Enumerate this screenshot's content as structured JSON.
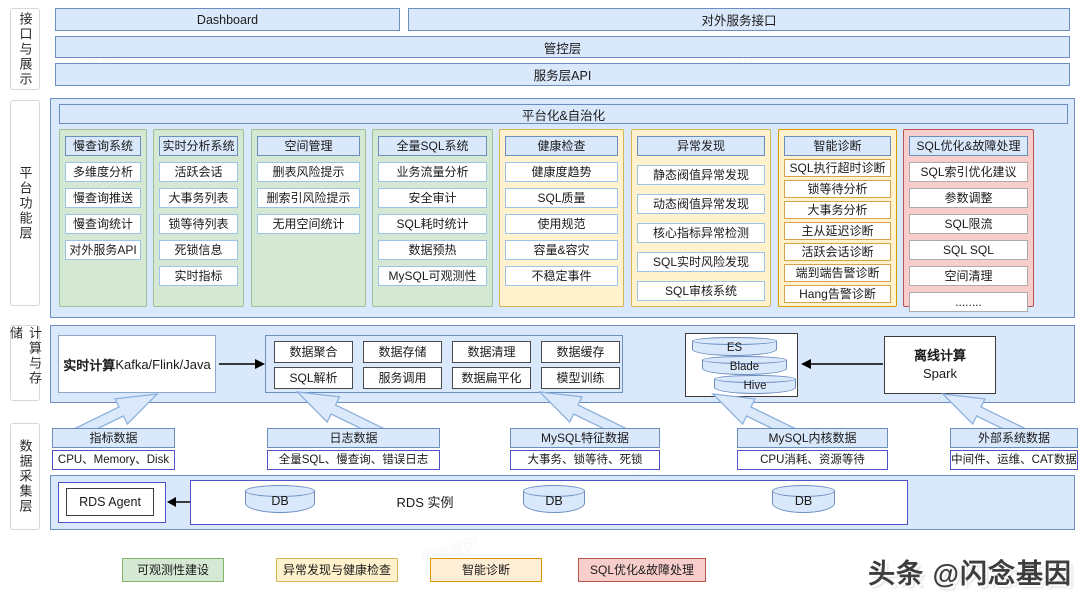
{
  "colors": {
    "blue_fill": "#dae8fc",
    "blue_border": "#6c8ebf",
    "green_fill": "#d5e8d4",
    "green_border": "#82b366",
    "yellow_fill": "#fff2cc",
    "yellow_border": "#d6b656",
    "orange_border": "#d79b00",
    "pink_fill": "#f8cecc",
    "pink_border": "#b85450",
    "purple_border": "#5050c8"
  },
  "interface_layer": {
    "label": "接口与展示",
    "dashboard": "Dashboard",
    "external_service_api": "对外服务接口",
    "control_layer": "管控层",
    "service_layer_api": "服务层API"
  },
  "platform_layer": {
    "label": "平台功能层",
    "banner": "平台化&自治化",
    "columns": [
      {
        "title": "慢查询系统",
        "theme": "green",
        "items": [
          "多维度分析",
          "慢查询推送",
          "慢查询统计",
          "对外服务API"
        ]
      },
      {
        "title": "实时分析系统",
        "theme": "green",
        "items": [
          "活跃会话",
          "大事务列表",
          "锁等待列表",
          "死锁信息",
          "实时指标"
        ]
      },
      {
        "title": "空间管理",
        "theme": "green",
        "items": [
          "删表风险提示",
          "删索引风险提示",
          "无用空间统计"
        ]
      },
      {
        "title": "全量SQL系统",
        "theme": "green",
        "items": [
          "业务流量分析",
          "安全审计",
          "SQL耗时统计",
          "数据预热",
          "MySQL可观测性"
        ]
      },
      {
        "title": "健康检查",
        "theme": "yellow",
        "items": [
          "健康度趋势",
          "SQL质量",
          "使用规范",
          "容量&容灾",
          "不稳定事件"
        ]
      },
      {
        "title": "异常发现",
        "theme": "yellow",
        "items": [
          "静态阀值异常发现",
          "动态阀值异常发现",
          "核心指标异常检测",
          "SQL实时风险发现",
          "SQL审核系统"
        ]
      },
      {
        "title": "智能诊断",
        "theme": "orange",
        "items": [
          "SQL执行超时诊断",
          "锁等待分析",
          "大事务分析",
          "主从延迟诊断",
          "活跃会话诊断",
          "端到端告警诊断",
          "Hang告警诊断"
        ]
      },
      {
        "title": "SQL优化&故障处理",
        "theme": "pink",
        "items": [
          "SQL索引优化建议",
          "参数调整",
          "SQL限流",
          "SQL SQL",
          "空间清理",
          "........"
        ]
      }
    ]
  },
  "compute_layer": {
    "label": "计算与存储",
    "realtime_bold": "实时计算",
    "realtime_rest": "Kafka/Flink/Java",
    "pipeline": [
      "数据聚合",
      "数据存储",
      "数据清理",
      "数据缓存",
      "SQL解析",
      "服务调用",
      "数据扁平化",
      "模型训练"
    ],
    "storage_engines": [
      "ES",
      "Blade",
      "Hive"
    ],
    "offline_title": "离线计算",
    "offline_engine": "Spark"
  },
  "collection_layer": {
    "label": "数据采集层",
    "sources": [
      {
        "title": "指标数据",
        "detail": "CPU、Memory、Disk"
      },
      {
        "title": "日志数据",
        "detail": "全量SQL、慢查询、错误日志"
      },
      {
        "title": "MySQL特征数据",
        "detail": "大事务、锁等待、死锁"
      },
      {
        "title": "MySQL内核数据",
        "detail": "CPU消耗、资源等待"
      },
      {
        "title": "外部系统数据",
        "detail": "中间件、运维、CAT数据"
      }
    ],
    "agent": "RDS Agent",
    "rds_instance": "RDS 实例",
    "db": "DB"
  },
  "legend": [
    {
      "label": "可观测性建设",
      "theme": "green"
    },
    {
      "label": "异常发现与健康检查",
      "theme": "yellow"
    },
    {
      "label": "智能诊断",
      "theme": "orange"
    },
    {
      "label": "SQL优化&故障处理",
      "theme": "pink"
    }
  ],
  "watermark": {
    "brand": "头条 @闪念基因",
    "faint": "闪念基因"
  }
}
